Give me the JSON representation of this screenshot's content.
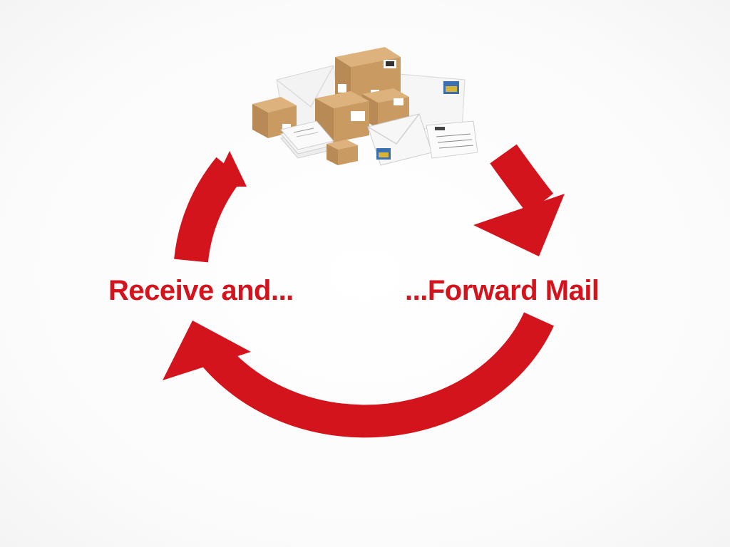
{
  "labels": {
    "left": "Receive and...",
    "right": "...Forward Mail"
  },
  "icons": {
    "mail_pile": "packages-and-envelopes-illustration",
    "cycle": "circular-arrows"
  },
  "colors": {
    "accent": "#d4141c",
    "box": "#c99a62",
    "box_dark": "#a97b47",
    "paper": "#f6f6f6"
  }
}
